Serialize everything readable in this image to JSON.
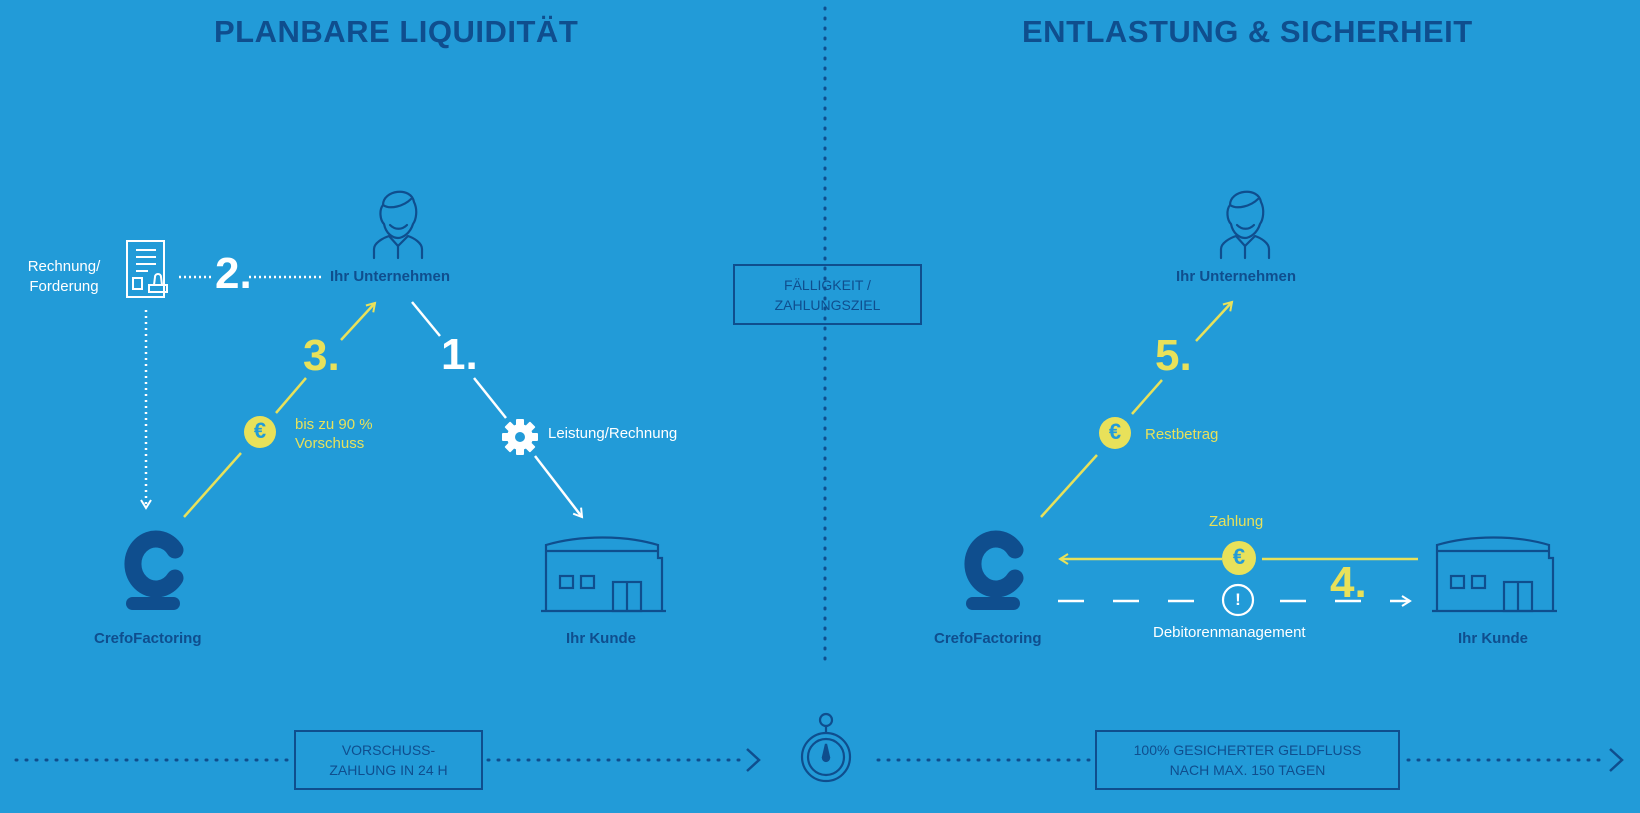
{
  "left_title": "PLANBARE LIQUIDITÄT",
  "right_title": "ENTLASTUNG & SICHERHEIT",
  "left": {
    "company_label": "Ihr Unternehmen",
    "customer_label": "Ihr Kunde",
    "factor_label": "CrefoFactoring",
    "document_label_1": "Rechnung/",
    "document_label_2": "Forderung",
    "step1": "1.",
    "step2": "2.",
    "step3": "3.",
    "service_label": "Leistung/Rechnung",
    "advance_label_1": "bis zu 90 %",
    "advance_label_2": "Vorschuss"
  },
  "middle": {
    "due_box_line1": "FÄLLIGKEIT /",
    "due_box_line2": "ZAHLUNGSZIEL"
  },
  "right": {
    "company_label": "Ihr Unternehmen",
    "customer_label": "Ihr Kunde",
    "factor_label": "CrefoFactoring",
    "step4": "4.",
    "step5": "5.",
    "remainder_label": "Restbetrag",
    "payment_label": "Zahlung",
    "collection_label": "Debitorenmanagement"
  },
  "bottom": {
    "left_box_line1": "VORSCHUSS-",
    "left_box_line2": "ZAHLUNG IN 24 H",
    "right_box_line1": "100% GESICHERTER GELDFLUSS",
    "right_box_line2": "NACH MAX. 150 TAGEN"
  },
  "icons": {
    "euro_symbol": "€",
    "alert_symbol": "!"
  },
  "colors": {
    "background": "#229BD8",
    "dark_blue": "#0F4E8E",
    "yellow": "#E8E15A",
    "white": "#FFFFFF"
  }
}
